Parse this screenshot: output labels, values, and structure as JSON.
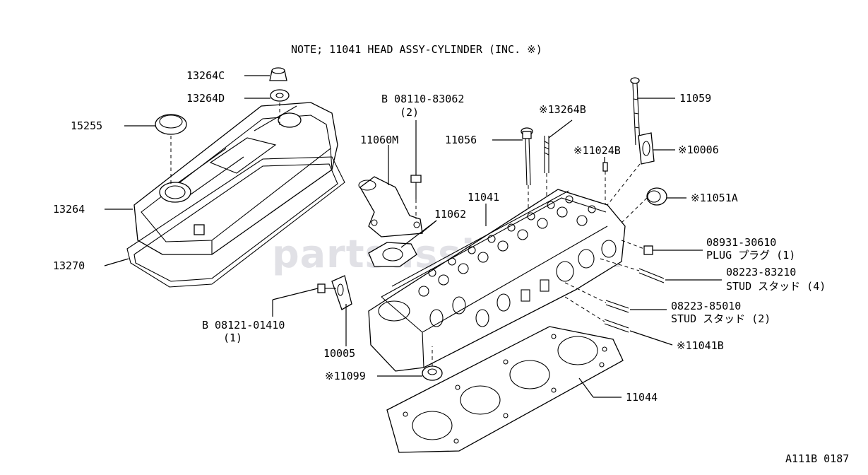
{
  "note": "NOTE; 11041  HEAD ASSY-CYLINDER (INC. ※)",
  "watermark": "partsassist.com",
  "diagram_id": "A111B 0187",
  "callouts": [
    {
      "id": "13264C",
      "text": "13264C"
    },
    {
      "id": "13264D",
      "text": "13264D"
    },
    {
      "id": "15255",
      "text": "15255"
    },
    {
      "id": "13264",
      "text": "13264"
    },
    {
      "id": "13270",
      "text": "13270"
    },
    {
      "id": "bolt-08110",
      "text": "B 08110-83062",
      "sub": "(2)"
    },
    {
      "id": "11060M",
      "text": "11060M"
    },
    {
      "id": "11056",
      "text": "11056"
    },
    {
      "id": "x13264B",
      "text": "※13264B"
    },
    {
      "id": "11059",
      "text": "11059"
    },
    {
      "id": "x11024B",
      "text": "※11024B"
    },
    {
      "id": "x10006",
      "text": "※10006"
    },
    {
      "id": "11041",
      "text": "11041"
    },
    {
      "id": "x11051A",
      "text": "※11051A"
    },
    {
      "id": "11062",
      "text": "11062"
    },
    {
      "id": "08931",
      "text": "08931-30610",
      "sub": "PLUG プラグ (1)"
    },
    {
      "id": "08223-83210",
      "text": "08223-83210",
      "sub": "STUD スタッド (4)"
    },
    {
      "id": "08223-85010",
      "text": "08223-85010",
      "sub": "STUD スタッド (2)"
    },
    {
      "id": "x11041B",
      "text": "※11041B"
    },
    {
      "id": "bolt-08121",
      "text": "B 08121-01410",
      "sub": "(1)"
    },
    {
      "id": "10005",
      "text": "10005"
    },
    {
      "id": "x11099",
      "text": "※11099"
    },
    {
      "id": "11044",
      "text": "11044"
    }
  ]
}
